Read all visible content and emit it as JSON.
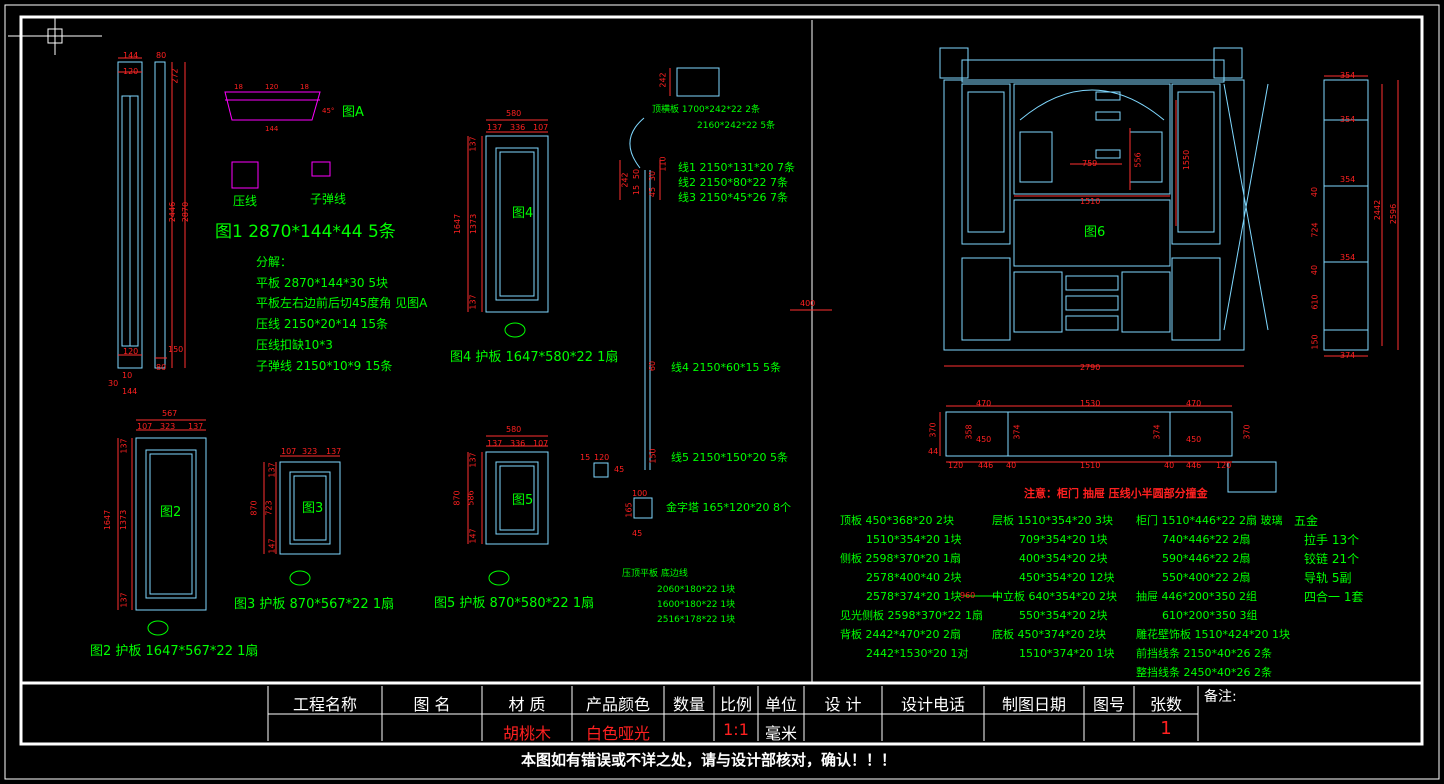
{
  "colors": {
    "background": "#000000",
    "frame": "#ffffff",
    "text_green": "#00ff00",
    "text_red": "#ff2020",
    "outline_cyan": "#7fd8ff",
    "dim_red": "#ff3030",
    "accent_magenta": "#ff00ff"
  },
  "fig1": {
    "caption": "图1 2870*144*44 5条",
    "breakdown_title": "分解：",
    "breakdown": [
      "平板 2870*144*30 5块",
      "平板左右边前后切45度角 见图A",
      "压线 2150*20*14 15条",
      "压线扣缺10*3",
      "子弹线 2150*10*9 15条"
    ],
    "dims": {
      "w1": "144",
      "w2": "120",
      "w3": "80",
      "h1": "272",
      "h2": "2446",
      "h3": "2870",
      "b1": "120",
      "b2": "150",
      "b3": "80",
      "s1": "30",
      "s2": "10",
      "s3": "144"
    }
  },
  "figA": {
    "label": "图A",
    "press_line": "压线",
    "bullet_line": "子弹线",
    "d1": "18",
    "d2": "120",
    "d3": "18",
    "d4": "144",
    "d5": "45°"
  },
  "fig2": {
    "name": "图2",
    "caption": "图2 护板 1647*567*22 1扇",
    "w": "567",
    "w1": "107",
    "w2": "323",
    "w3": "137",
    "h": "1647",
    "h1": "137",
    "h2": "1373",
    "h3": "137"
  },
  "fig3": {
    "name": "图3",
    "caption": "图3 护板 870*567*22 1扇",
    "w1": "107",
    "w2": "323",
    "w3": "137",
    "h": "870",
    "h1": "137",
    "h2": "723",
    "h3": "147"
  },
  "fig4": {
    "name": "图4",
    "caption": "图4 护板 1647*580*22 1扇",
    "w": "580",
    "w1": "137",
    "w2": "336",
    "w3": "107",
    "h": "1647",
    "h1": "137",
    "h2": "1373",
    "h3": "137"
  },
  "fig5": {
    "name": "图5",
    "caption": "图5 护板 870*580*22 1扇",
    "w": "580",
    "w1": "137",
    "w2": "336",
    "w3": "107",
    "h": "870",
    "h1": "137",
    "h2": "586",
    "h3": "147"
  },
  "profiles": {
    "top_dim": "242",
    "crown": [
      "顶横板 1700*242*22 2条",
      "2160*242*22 5条"
    ],
    "lines": [
      "线1 2150*131*20 7条",
      "线2 2150*80*22 7条",
      "线3 2150*45*26 7条"
    ],
    "small_dims": [
      "242",
      "15",
      "50",
      "45",
      "30",
      "110"
    ],
    "line4": "线4 2150*60*15 5条",
    "line4_dim": "60",
    "line5": "线5 2150*150*20 5条",
    "line5_dim": "150",
    "side_dims": [
      "15",
      "120",
      "45"
    ],
    "gold_dims": [
      "100",
      "165",
      "45"
    ],
    "gold": "金字塔 165*120*20 8个",
    "under_title": "压顶平板 底边线",
    "under": [
      "2060*180*22 1块",
      "1600*180*22 1块",
      "2516*178*22 1块"
    ],
    "divider_dim": "400"
  },
  "fig6": {
    "name": "图6",
    "w_overall": "2790",
    "w_mid": "1510",
    "w_drawer": "759",
    "h_niche": "556",
    "h_top": "1550"
  },
  "side_view": {
    "dims": [
      "354",
      "354",
      "354",
      "354",
      "374",
      "2442",
      "2596",
      "40",
      "724",
      "40",
      "610",
      "150"
    ]
  },
  "plan": {
    "top": [
      "470",
      "1530",
      "470"
    ],
    "bottom": [
      "120",
      "446",
      "40",
      "1510",
      "40",
      "446",
      "120"
    ],
    "left": [
      "370",
      "358",
      "450",
      "374"
    ],
    "right": [
      "374",
      "450",
      "370"
    ],
    "extra": "44"
  },
  "note": "注意：柜门 抽屉 压线小半圆部分撞金",
  "materials": {
    "col1": [
      "顶板 450*368*20 2块",
      "1510*354*20 1块",
      "侧板 2598*370*20 1扇",
      "2578*400*40 2块",
      "2578*374*20 1块",
      "见光侧板 2598*370*22 1扇",
      "背板 2442*470*20 2扇",
      "2442*1530*20 1对"
    ],
    "col2": [
      "层板 1510*354*20 3块",
      "709*354*20 1块",
      "400*354*20 2块",
      "450*354*20 12块",
      "中立板 640*354*20 2块",
      "550*354*20 2块",
      "底板 450*374*20 2块",
      "1510*374*20 1块"
    ],
    "col2_dim": "960",
    "col3": [
      "柜门 1510*446*22 2扇 玻璃",
      "740*446*22 2扇",
      "590*446*22 2扇",
      "550*400*22 2扇",
      "抽屉 446*200*350 2组",
      "610*200*350 3组",
      "雕花壁饰板 1510*424*20 1块",
      "前挡线条 2150*40*26 2条",
      "整挡线条 2450*40*26 2条"
    ],
    "col4": [
      "五金",
      "拉手 13个",
      "铰链 21个",
      "导轨 5副",
      "四合一 1套"
    ]
  },
  "title_block": {
    "headers": [
      "工程名称",
      "图 名",
      "材 质",
      "产品颜色",
      "数量",
      "比例",
      "单位",
      "设  计",
      "设计电话",
      "制图日期",
      "图号",
      "张数"
    ],
    "values": [
      "",
      "",
      "胡桃木",
      "白色哑光",
      "",
      "1:1",
      "毫米",
      "",
      "",
      "",
      "",
      "1"
    ],
    "remark_label": "备注:",
    "footer": "本图如有错误或不详之处，请与设计部核对，确认！！！"
  }
}
